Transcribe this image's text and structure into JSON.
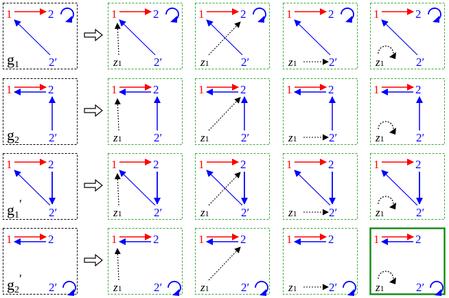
{
  "labels": {
    "node1": "1",
    "node2": "2",
    "node2p": "2′",
    "z": "z",
    "zsub": "1"
  },
  "source_graphs": [
    {
      "base": "g",
      "sub": "1",
      "prime": ""
    },
    {
      "base": "g",
      "sub": "2",
      "prime": ""
    },
    {
      "base": "g",
      "sub": "1",
      "prime": "′"
    },
    {
      "base": "g",
      "sub": "2",
      "prime": "′"
    }
  ],
  "graph_edges": [
    {
      "r12": true,
      "b21": false,
      "b2p1": true,
      "b2p2": false,
      "loop2": true,
      "loop2p": false
    },
    {
      "r12": true,
      "b21": true,
      "b2p1": false,
      "b2p2": true,
      "loop2": false,
      "loop2p": false
    },
    {
      "r12": true,
      "b21": false,
      "b2p1": true,
      "b2p2": true,
      "loop2": false,
      "loop2p": false
    },
    {
      "r12": true,
      "b21": true,
      "b2p1": false,
      "b2p2": false,
      "loop2": false,
      "loop2p": true
    }
  ],
  "z_targets": [
    "1",
    "2",
    "2′",
    "z1"
  ],
  "highlighted_cell": {
    "row": 3,
    "col": 4
  },
  "colors": {
    "red_edge": "#ff0000",
    "blue_edge": "#0000ff",
    "z_edge": "#000000",
    "source_frame": "#000000",
    "variant_frame": "#33aa33",
    "highlight_frame": "#118811",
    "arrow_symbol": "#000000"
  }
}
